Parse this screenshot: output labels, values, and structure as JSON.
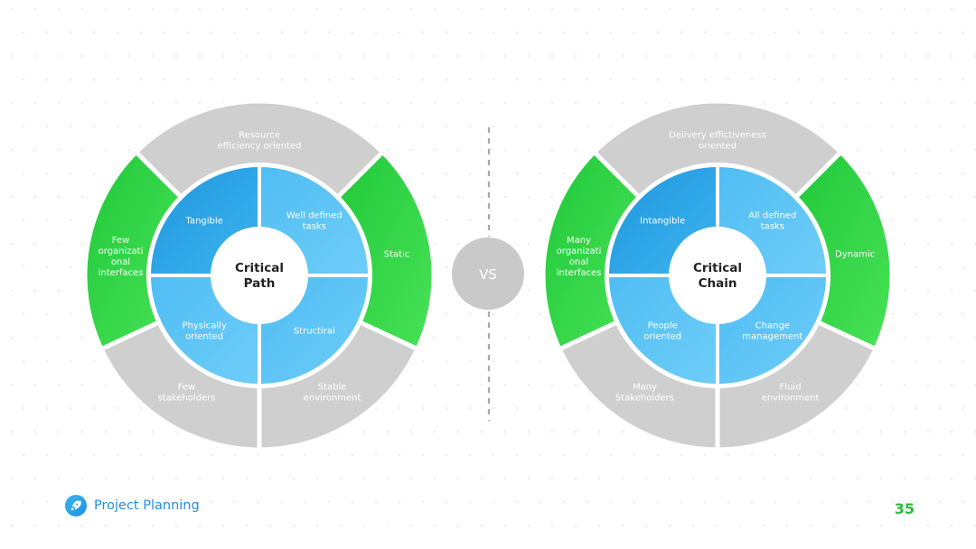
{
  "colors": {
    "blue_dark": "#27a2e6",
    "blue_light": "#5cc4f6",
    "green": "#2fd443",
    "gray": "#cfcfcf",
    "divider": "#a8a8a8",
    "vs_circle": "#c9c9c9",
    "brand": "#1e8fe0",
    "page_number": "#2dbb3c"
  },
  "left_wheel": {
    "center": [
      "Critical",
      "Path"
    ],
    "inner": [
      {
        "lines": [
          "Tangible"
        ]
      },
      {
        "lines": [
          "Well defined",
          "tasks"
        ]
      },
      {
        "lines": [
          "Structiral"
        ]
      },
      {
        "lines": [
          "Physically",
          "oriented"
        ]
      }
    ],
    "outer": [
      {
        "lines": [
          "Resource",
          "efficiency oriented"
        ]
      },
      {
        "lines": [
          "Static"
        ]
      },
      {
        "lines": [
          "Stable",
          "environment"
        ]
      },
      {
        "lines": [
          "Few",
          "stakeholders"
        ]
      },
      {
        "lines": [
          "Few",
          "organizati",
          "onal",
          "interfaces"
        ]
      }
    ]
  },
  "right_wheel": {
    "center": [
      "Critical",
      "Chain"
    ],
    "inner": [
      {
        "lines": [
          "Intangible"
        ]
      },
      {
        "lines": [
          "All defined",
          "tasks"
        ]
      },
      {
        "lines": [
          "Change",
          "management"
        ]
      },
      {
        "lines": [
          "People",
          "oriented"
        ]
      }
    ],
    "outer": [
      {
        "lines": [
          "Delivery effictiveness",
          "oriented"
        ]
      },
      {
        "lines": [
          "Dynamic"
        ]
      },
      {
        "lines": [
          "Fluid",
          "environment"
        ]
      },
      {
        "lines": [
          "Many",
          "Stakeholders"
        ]
      },
      {
        "lines": [
          "Many",
          "organizati",
          "onal",
          "interfaces"
        ]
      }
    ]
  },
  "vs_label": "VS",
  "footer": {
    "brand_icon": "rocket-icon",
    "brand_text": "Project Planning",
    "page_number": "35"
  }
}
